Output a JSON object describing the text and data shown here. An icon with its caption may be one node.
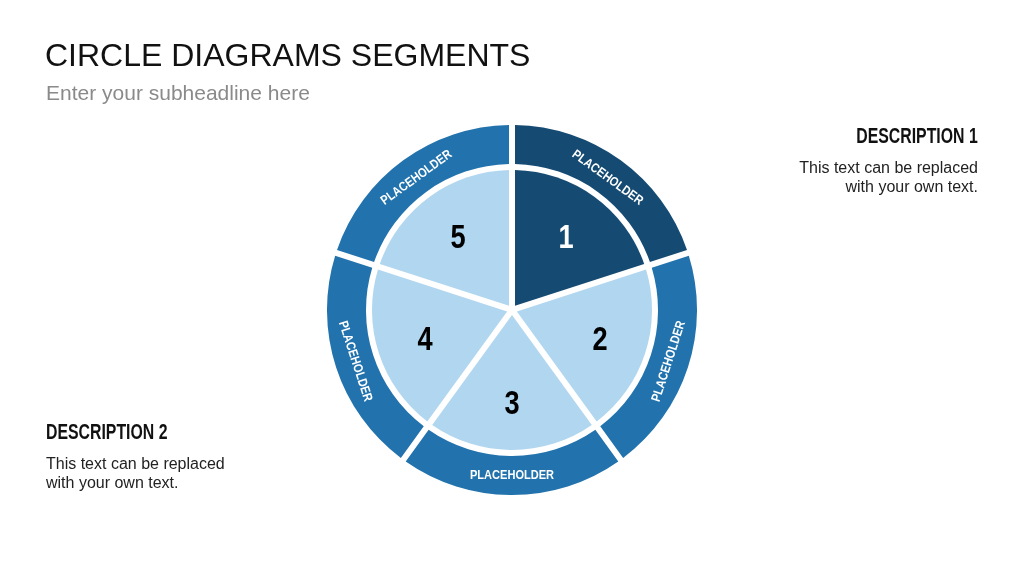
{
  "diagram": {
    "title": "CIRCLE DIAGRAMS SEGMENTS",
    "nodes": [
      {
        "text": [
          "PLACEHOLDER"
        ]
      },
      {
        "text": [
          "1"
        ]
      },
      {
        "text": [
          "PLACEHOLDER"
        ]
      },
      {
        "text": [
          "2"
        ]
      },
      {
        "text": [
          "PLACEHOLDER"
        ]
      },
      {
        "text": [
          "3"
        ]
      },
      {
        "text": [
          "PLACEHOLDER"
        ]
      },
      {
        "text": [
          "4"
        ]
      },
      {
        "text": [
          "PLACEHOLDER"
        ]
      },
      {
        "text": [
          "5"
        ]
      }
    ],
    "labels": [
      "Enter your subheadline here",
      "DESCRIPTION 1",
      "This text can be replaced with your own text.",
      "DESCRIPTION 2",
      "This text can be replaced with your own text."
    ]
  }
}
